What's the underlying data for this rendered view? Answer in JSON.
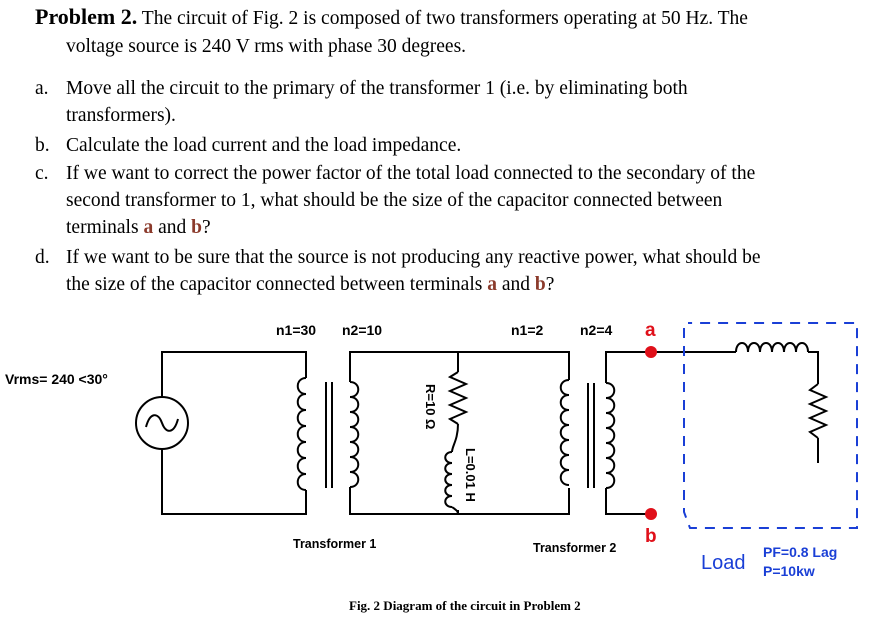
{
  "problem": {
    "heading": "Problem 2.",
    "intro_line1": "The circuit of Fig. 2 is composed of two transformers operating at 50 Hz.  The",
    "intro_line2": "voltage source is 240 V rms with phase 30 degrees."
  },
  "questions": {
    "a": {
      "letter": "a.",
      "line1": "Move all the circuit to the primary of the transformer 1 (i.e. by eliminating both",
      "line2": "transformers)."
    },
    "b": {
      "letter": "b.",
      "line1": "Calculate the load current and the load impedance."
    },
    "c": {
      "letter": "c.",
      "line1": "If we want to correct the power factor of the total load connected to the secondary of the",
      "line2": "second transformer to 1, what should be the size of the capacitor connected between",
      "line3_pre": "terminals ",
      "term_a": "a",
      "line3_mid": " and ",
      "term_b": "b",
      "line3_post": "?"
    },
    "d": {
      "letter": "d.",
      "line1": "If we want to be sure that the source is not producing any reactive power, what should be",
      "line2_pre": "the size of the capacitor connected between terminals ",
      "term_a": "a",
      "line2_mid": " and ",
      "term_b": "b",
      "line2_post": "?"
    }
  },
  "circuit": {
    "t1_n1": "n1=30",
    "t1_n2": "n2=10",
    "t2_n1": "n1=2",
    "t2_n2": "n2=4",
    "source_label": "Vrms= 240 <30°",
    "resistor_label": "R=10 Ω",
    "inductor_label": "L=0.01 H",
    "terminal_a": "a",
    "terminal_b": "b",
    "transformer1_label": "Transformer 1",
    "transformer2_label": "Transformer 2",
    "load_label": "Load",
    "load_pf": "PF=0.8 Lag",
    "load_p": "P=10kw"
  },
  "caption": "Fig.  2 Diagram of the circuit in Problem 2",
  "colors": {
    "terminal": "#e0101a",
    "load": "#1a3fd6",
    "highlight": "#8b3a2b"
  }
}
